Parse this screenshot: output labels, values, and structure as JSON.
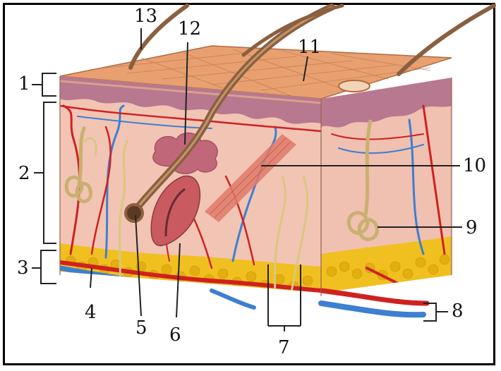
{
  "figure": {
    "labels": {
      "l1": "1",
      "l2": "2",
      "l3": "3",
      "l4": "4",
      "l5": "5",
      "l6": "6",
      "l7": "7",
      "l8": "8",
      "l9": "9",
      "l10": "10",
      "l11": "11",
      "l12": "12",
      "l13": "13"
    }
  },
  "colors": {
    "epidermis": "#e8a070",
    "dermis": "#f2c4b4",
    "fat": "#f0c020",
    "artery": "#d02020",
    "vein": "#3d7fd0",
    "nerve": "#d8c880",
    "hair": "#8a6040",
    "frame": "#000000"
  }
}
